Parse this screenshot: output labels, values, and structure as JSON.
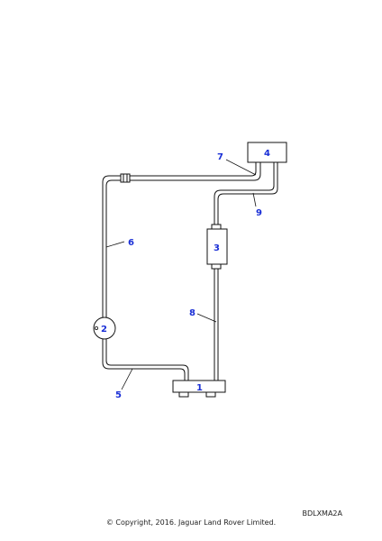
{
  "diagram": {
    "callouts": {
      "c1": "1",
      "c2": "2",
      "c3": "3",
      "c4": "4",
      "c5": "5",
      "c6": "6",
      "c7": "7",
      "c8": "8",
      "c9": "9"
    }
  },
  "footer": {
    "ref_code": "BDLXMA2A",
    "copyright": "© Copyright, 2016. Jaguar Land Rover Limited."
  },
  "colors": {
    "callout": "#1a2fd6",
    "line": "#111111"
  }
}
